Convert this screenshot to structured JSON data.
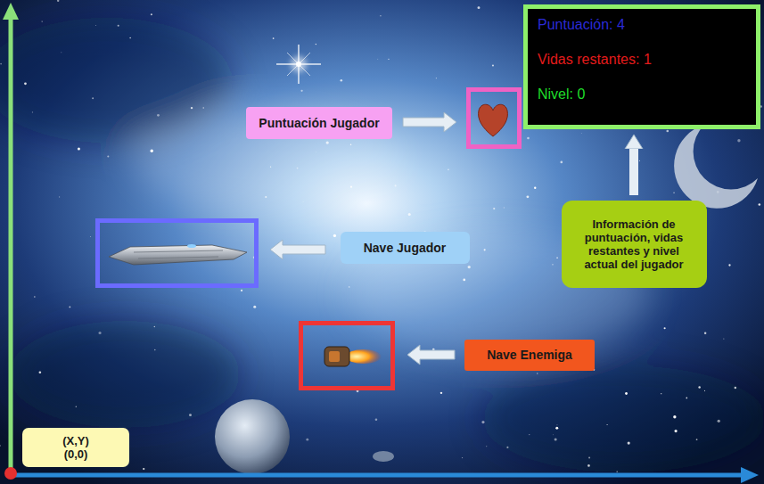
{
  "diagram": {
    "nodes": [
      {
        "text": [
          "Puntuación: 4",
          "Vidas restantes: 1",
          "Nivel: 0"
        ]
      },
      {
        "text": [
          "Puntuación Jugador"
        ]
      },
      {
        "text": [
          "Información de puntuación, vidas restantes y nivel actual del jugador"
        ]
      },
      {
        "text": [
          "Nave Jugador"
        ]
      },
      {
        "text": [
          "Nave Enemiga"
        ]
      },
      {
        "text": [
          "(X,Y) (0,0)"
        ]
      }
    ],
    "edges": [
      {
        "from": 2,
        "to": 0,
        "arrow": "to"
      }
    ]
  }
}
